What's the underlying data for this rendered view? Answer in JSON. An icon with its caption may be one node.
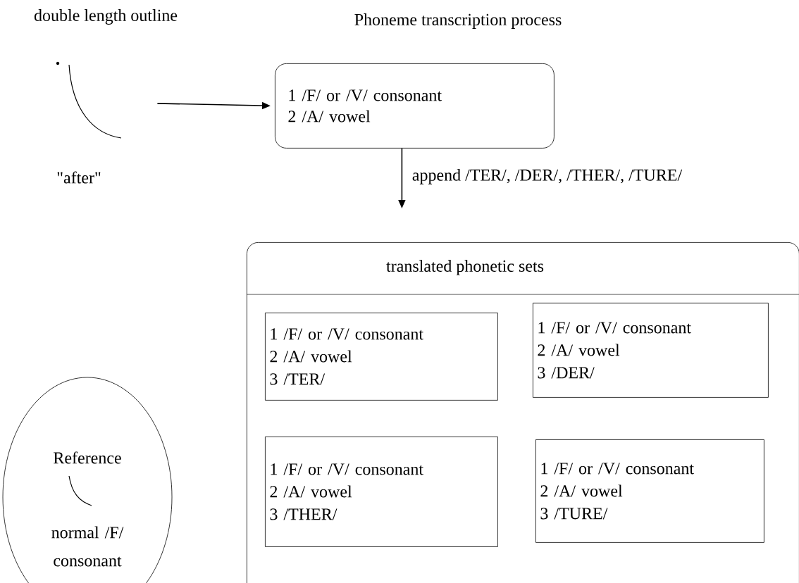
{
  "diagram": {
    "nodes": [
      {
        "text": [],
        "shape": "picture",
        "beside": [
          "double length outline",
          "\"after\""
        ]
      },
      {
        "text": [
          "Phoneme transcription  process",
          "1   /F/ or /V/ consonant",
          "2   /A/ vowel"
        ]
      },
      {
        "text": [
          "translated phonetic sets"
        ]
      },
      {
        "text": [
          "1   /F/ or /V/ consonant",
          "2   /A/ vowel",
          "3   /TER/"
        ],
        "in": 2
      },
      {
        "text": [
          "1   /F/ or /V/ consonant",
          "2   /A/ vowel",
          "3   /DER/"
        ],
        "in": 2
      },
      {
        "text": [
          "1   /F/ or /V/ consonant",
          "2   /A/ vowel",
          "3   /THER/"
        ],
        "in": 2
      },
      {
        "text": [
          "1   /F/ or /V/ consonant",
          "2   /A/ vowel",
          "3   /TURE/"
        ],
        "in": 2
      },
      {
        "text": [
          "Reference",
          "normal /F/ consonant"
        ]
      }
    ],
    "edges": [
      {
        "from": 0,
        "to": 1,
        "arrow": "to"
      },
      {
        "from": 1,
        "to": 2,
        "arrow": "to",
        "label": "append /TER/, /DER/, /THER/, /TURE/"
      }
    ]
  }
}
